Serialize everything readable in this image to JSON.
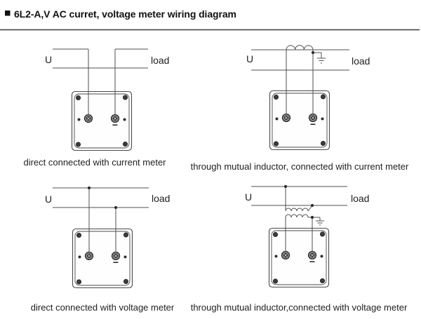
{
  "header": {
    "bullet_icon": "square-bullet",
    "title": "6L2-A,V AC curret, voltage meter wiring diagram"
  },
  "meter": {
    "polarity_mark": "−",
    "terminal_count": 2
  },
  "diagrams": [
    {
      "name": "direct-connected-current-meter",
      "source": "U",
      "load": "load",
      "caption": "direct connected with current meter"
    },
    {
      "name": "mutual-inductor-current-meter",
      "source": "U",
      "load": "load",
      "caption": "through mutual inductor, connected with current meter"
    },
    {
      "name": "direct-connected-voltage-meter",
      "source": "U",
      "load": "load",
      "caption": "direct connected with voltage meter"
    },
    {
      "name": "mutual-inductor-voltage-meter",
      "source": "U",
      "load": "load",
      "caption": "through mutual inductor,connected with voltage meter"
    }
  ],
  "colors": {
    "background": "#ffffff",
    "wire": "#4f4f4f",
    "meter_border": "#4a4a4a",
    "text": "#1c1c1c",
    "rule": "#3a3a3a"
  }
}
